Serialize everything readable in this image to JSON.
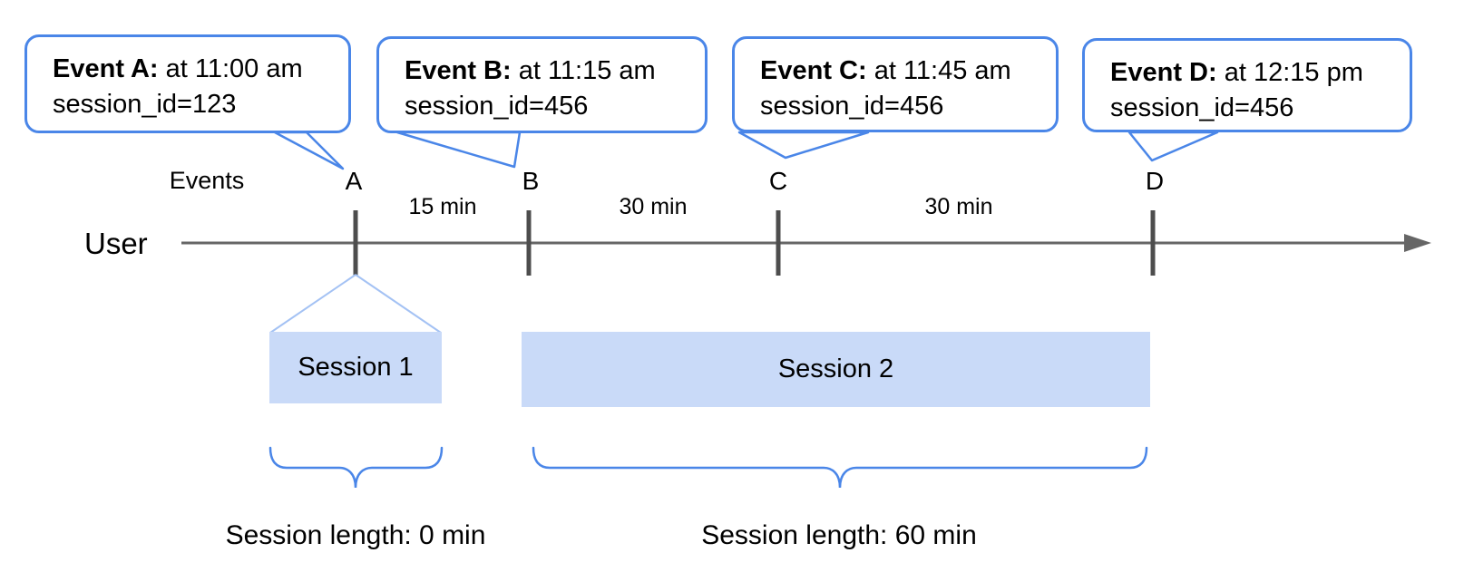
{
  "diagram": {
    "axis": {
      "events_label": "Events",
      "user_label": "User"
    },
    "bubbles": [
      {
        "event": "A",
        "title": "Event A:",
        "time": " at 11:00 am",
        "session": "session_id=123"
      },
      {
        "event": "B",
        "title": "Event B:",
        "time": " at 11:15 am",
        "session": "session_id=456"
      },
      {
        "event": "C",
        "title": "Event C:",
        "time": " at 11:45 am",
        "session": "session_id=456"
      },
      {
        "event": "D",
        "title": "Event D:",
        "time": " at 12:15 pm",
        "session": "session_id=456"
      }
    ],
    "ticks": [
      {
        "label": "A"
      },
      {
        "label": "B"
      },
      {
        "label": "C"
      },
      {
        "label": "D"
      }
    ],
    "intervals": [
      {
        "label": "15 min"
      },
      {
        "label": "30 min"
      },
      {
        "label": "30 min"
      }
    ],
    "sessions": [
      {
        "label": "Session 1",
        "length_label": "Session length: 0 min"
      },
      {
        "label": "Session 2",
        "length_label": "Session length: 60 min"
      }
    ],
    "colors": {
      "bubble_border": "#4a86e8",
      "brace": "#4a86e8",
      "connector": "#a4c2f4",
      "session_fill": "#c9daf8",
      "timeline": "#666666",
      "tick": "#4d4d4d",
      "text": "#000000"
    }
  }
}
